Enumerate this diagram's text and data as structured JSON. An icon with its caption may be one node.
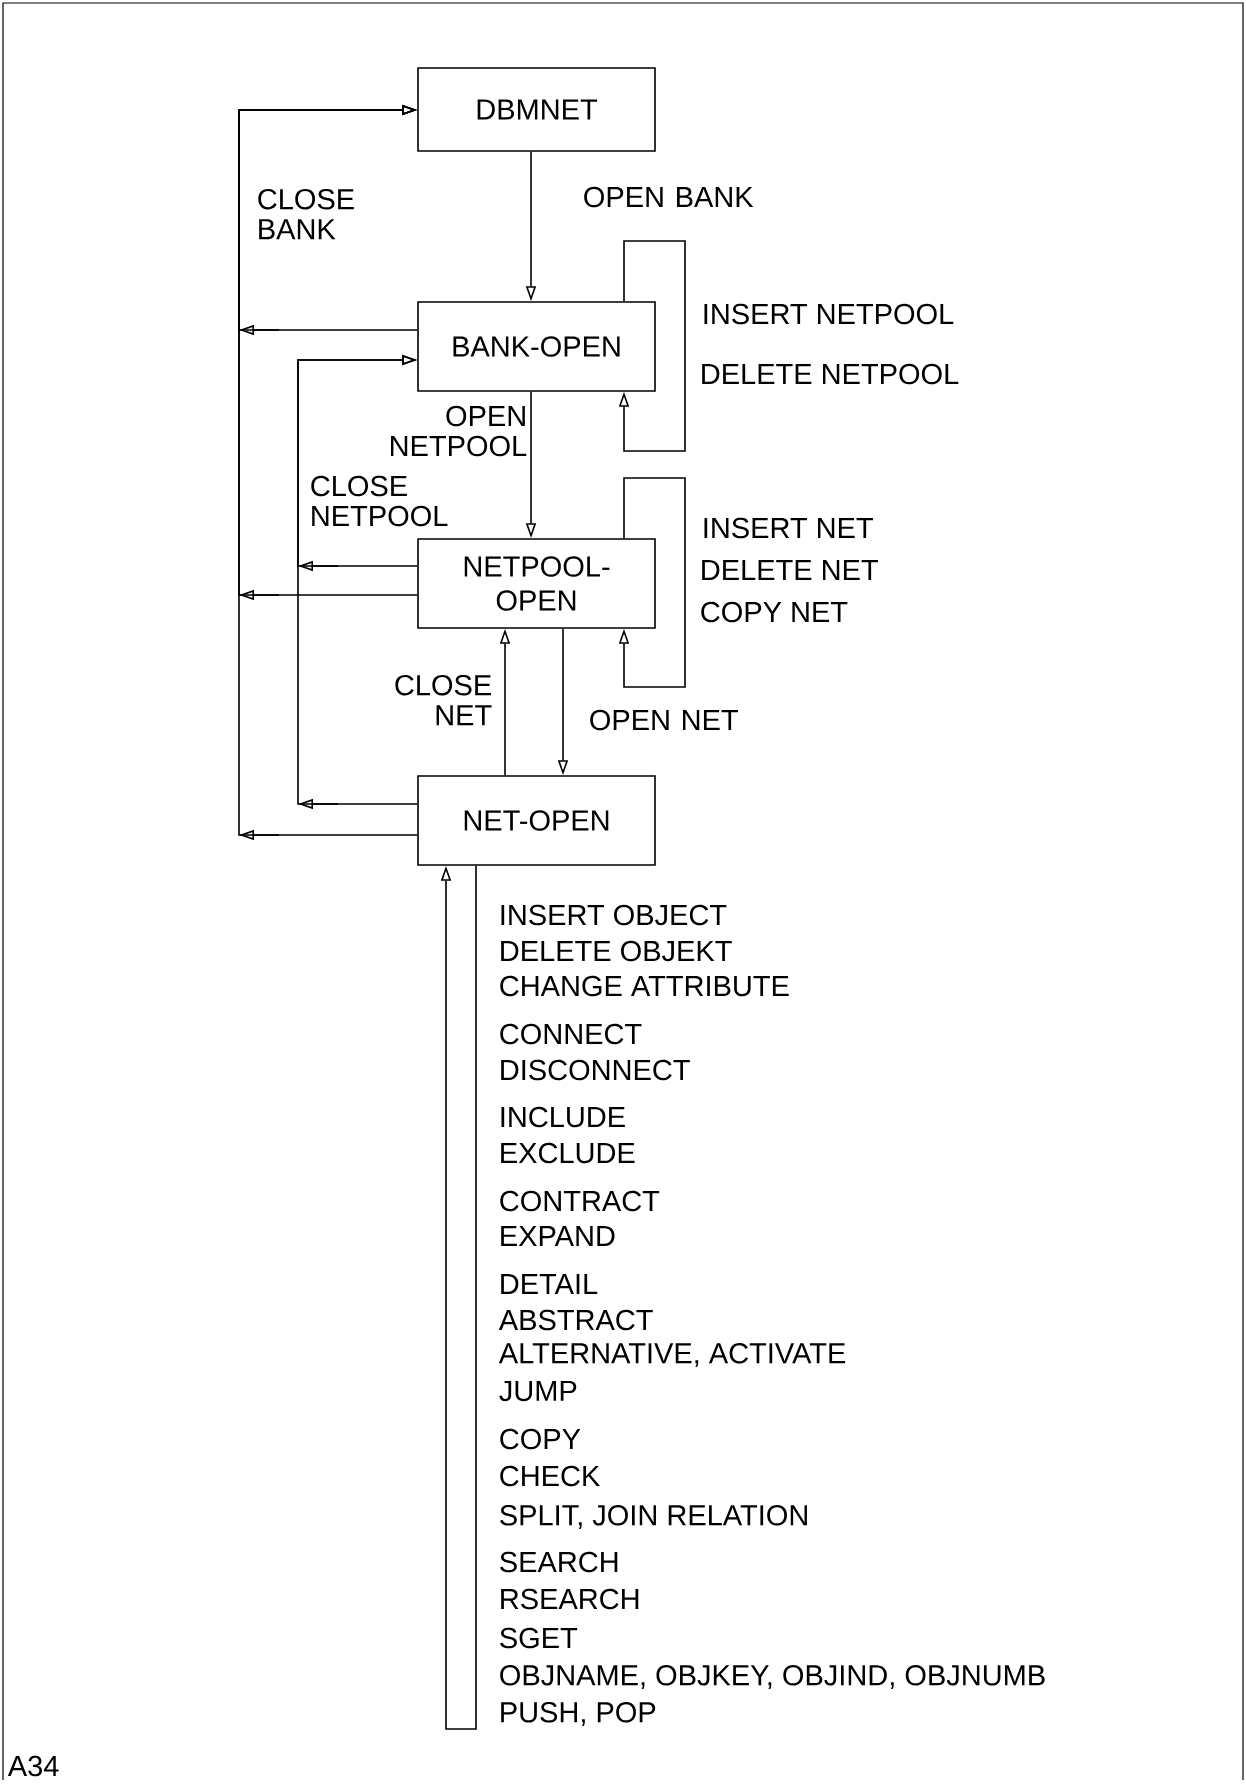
{
  "diagram": {
    "nodes": [
      {
        "text": [
          "DBMNET"
        ]
      },
      {
        "text": [
          "BANK-OPEN"
        ]
      },
      {
        "text": [
          "NETPOOL- OPEN"
        ]
      },
      {
        "text": [
          "NET-OPEN"
        ]
      }
    ],
    "edges": [
      {
        "from": 0,
        "to": 1,
        "arrow": "to",
        "label": "OPEN BANK"
      },
      {
        "from": 1,
        "to": 2,
        "arrow": "to",
        "label": "OPEN NETPOOL"
      },
      {
        "from": 2,
        "to": 3,
        "arrow": "to",
        "label": "OPEN NET"
      },
      {
        "from": 3,
        "to": 2,
        "arrow": "to",
        "label": "CLOSE NET"
      },
      {
        "from": 1,
        "to": 0,
        "arrow": "to",
        "label": "CLOSE BANK"
      },
      {
        "from": 2,
        "to": 0,
        "arrow": "to"
      },
      {
        "from": 3,
        "to": 0,
        "arrow": "to"
      },
      {
        "from": 2,
        "to": 1,
        "arrow": "to",
        "label": "CLOSE NETPOOL"
      },
      {
        "from": 3,
        "to": 1,
        "arrow": "to"
      },
      {
        "from": 1,
        "to": 1,
        "arrow": "to"
      },
      {
        "from": 2,
        "to": 2,
        "arrow": "to"
      },
      {
        "from": 3,
        "to": 3,
        "arrow": "to"
      }
    ],
    "labels": [
      "INSERT NETPOOL",
      "DELETE NETPOOL",
      "INSERT NET",
      "DELETE NET",
      "COPY NET",
      "INSERT OBJECT",
      "DELETE OBJEKT",
      "CHANGE ATTRIBUTE",
      "CONNECT",
      "DISCONNECT",
      "INCLUDE",
      "EXCLUDE",
      "CONTRACT",
      "EXPAND",
      "DETAIL",
      "ABSTRACT",
      "ALTERNATIVE, ACTIVATE",
      "JUMP",
      "COPY",
      "CHECK",
      "SPLIT, JOIN RELATION",
      "SEARCH",
      "RSEARCH",
      "SGET",
      "OBJNAME, OBJKEY, OBJIND, OBJNUMB",
      "PUSH, POP",
      "A34"
    ]
  }
}
